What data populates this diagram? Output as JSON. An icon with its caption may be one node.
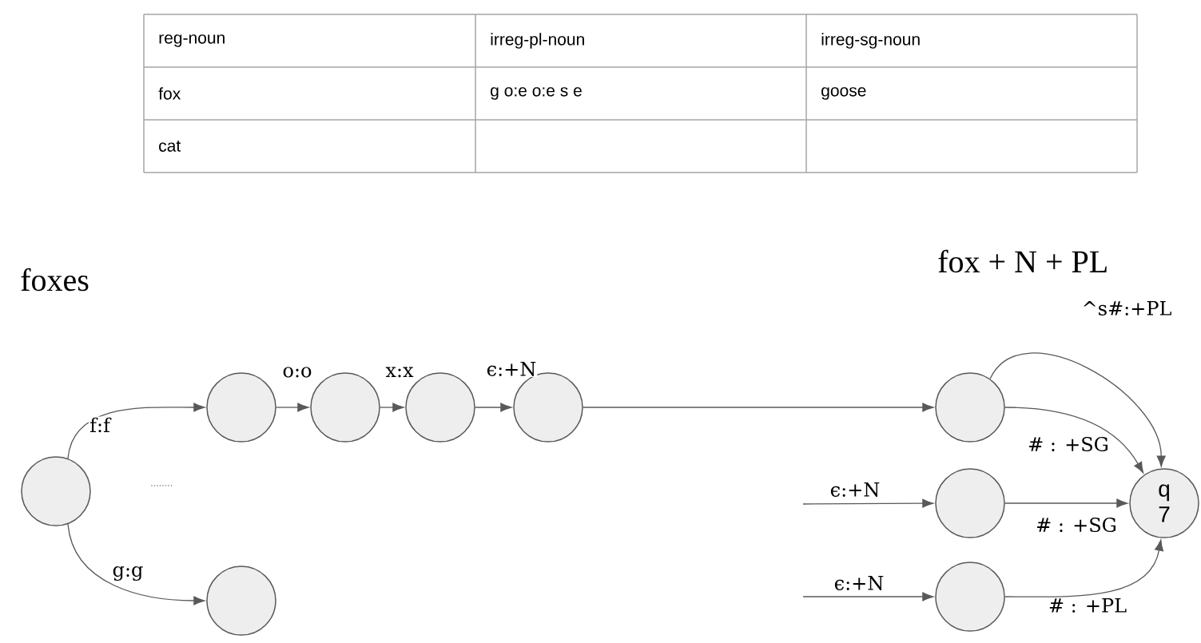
{
  "diagram": {
    "nodes": [
      {
        "text": [],
        "shape": "circle"
      },
      {
        "text": [],
        "shape": "circle"
      },
      {
        "text": [],
        "shape": "circle"
      },
      {
        "text": [],
        "shape": "circle"
      },
      {
        "text": [],
        "shape": "circle"
      },
      {
        "text": [],
        "shape": "circle"
      },
      {
        "text": [],
        "shape": "circle"
      },
      {
        "text": [],
        "shape": "circle"
      },
      {
        "text": [
          "q 7"
        ]
      },
      {
        "text": [],
        "shape": "circle"
      }
    ],
    "edges": [
      {
        "from": 0,
        "to": 1,
        "arrow": "to",
        "label": "f:f"
      },
      {
        "from": 0,
        "to": 9,
        "arrow": "to",
        "label": "g:g"
      },
      {
        "from": 1,
        "to": 2,
        "arrow": "to",
        "label": "o:o"
      },
      {
        "from": 2,
        "to": 3,
        "arrow": "to",
        "label": "x:x"
      },
      {
        "from": 3,
        "to": 4,
        "arrow": "to",
        "label": "ϵ:+N"
      },
      {
        "from": 4,
        "to": 5,
        "arrow": "to"
      },
      {
        "from": 5,
        "to": 8,
        "arrow": "to",
        "label": "# : +SG"
      },
      {
        "from": 5,
        "to": 8,
        "arrow": "to",
        "label": "^s#:+PL"
      },
      {
        "from": null,
        "to": 6,
        "arrow": "to",
        "label": "ϵ:+N"
      },
      {
        "from": 6,
        "to": 8,
        "arrow": "to",
        "label": "# : +SG"
      },
      {
        "from": null,
        "to": 7,
        "arrow": "to",
        "label": "ϵ:+N"
      },
      {
        "from": 7,
        "to": 8,
        "arrow": "to",
        "label": "# : +PL"
      }
    ],
    "labels": [
      "reg-noun",
      "irreg-pl-noun",
      "irreg-sg-noun",
      "fox",
      "g o:e o:e s e",
      "goose",
      "cat",
      "foxes",
      "fox + N + PL",
      "........"
    ]
  }
}
